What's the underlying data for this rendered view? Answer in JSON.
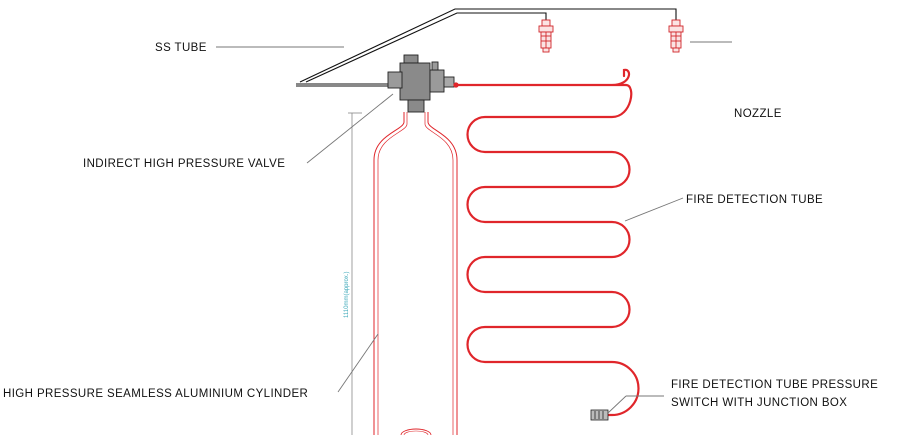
{
  "labels": {
    "ss_tube": "SS TUBE",
    "nozzle": "NOZZLE",
    "valve": "INDIRECT HIGH PRESSURE VALVE",
    "fire_tube": "FIRE DETECTION TUBE",
    "cylinder": "HIGH PRESSURE SEAMLESS ALUMINIUM CYLINDER",
    "switch_line1": "FIRE DETECTION TUBE PRESSURE",
    "switch_line2": "SWITCH WITH JUNCTION BOX",
    "dimension": "1110mm(approx.)"
  },
  "colors": {
    "detection_tube": "#e0262b",
    "line": "#111111",
    "leader": "#777777",
    "dimension": "#3aa7b8",
    "valve_body": "#8a8a8a"
  }
}
